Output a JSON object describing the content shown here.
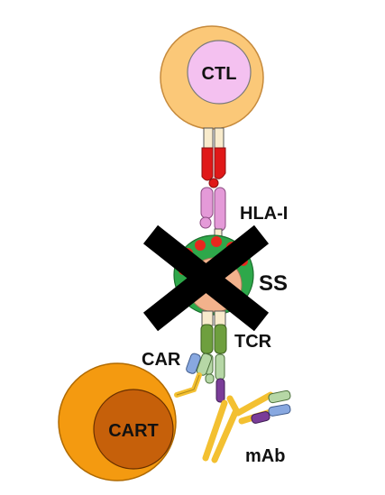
{
  "labels": {
    "ctl": "CTL",
    "hla": "HLA-I",
    "ss": "SS",
    "tcr": "TCR",
    "car": "CAR",
    "cart": "CART",
    "mab": "mAb"
  },
  "colors": {
    "ctl_outer": "#FBC878",
    "ctl_inner": "#F4C1F0",
    "cart_outer": "#F49A10",
    "cart_inner": "#C6600A",
    "tcr_red": "#E01818",
    "hla_pink": "#E49AD8",
    "ss_green": "#2EA84A",
    "ss_dots": "#E8281E",
    "ss_core": "#F2B28C",
    "tcr_green": "#6E9F3E",
    "car_blue": "#88A8E0",
    "car_green": "#B6D7A6",
    "mab_gold": "#F3C031",
    "mab_purple": "#7A3C98",
    "cross": "#000000"
  }
}
